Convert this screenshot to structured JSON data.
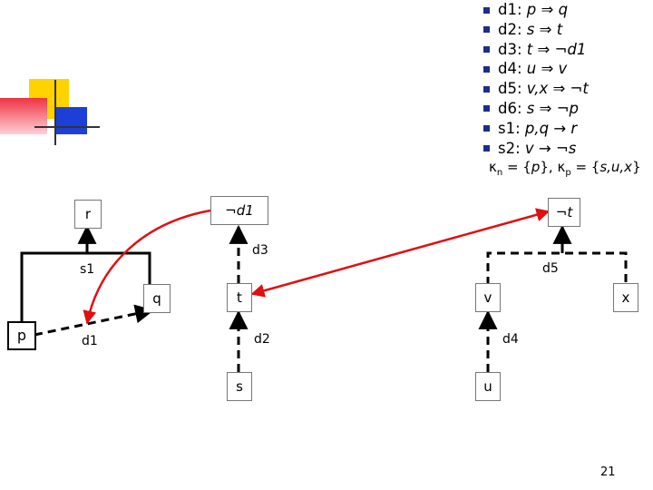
{
  "rules": [
    {
      "name": "d1:",
      "formula": "p ⇒ q"
    },
    {
      "name": "d2:",
      "formula": "s ⇒ t"
    },
    {
      "name": "d3:",
      "formula": "t ⇒ ¬d1"
    },
    {
      "name": "d4:",
      "formula": "u ⇒ v"
    },
    {
      "name": "d5:",
      "formula": "v,x ⇒ ¬t"
    },
    {
      "name": "d6:",
      "formula": "s ⇒ ¬p"
    },
    {
      "name": "s1:",
      "formula": "p,q → r"
    },
    {
      "name": "s2:",
      "formula": "v → ¬s"
    }
  ],
  "kappa": {
    "kn_symbol": "κ",
    "kn_sub": "n",
    "kn_eq": " = {",
    "kn_val": "p",
    "kn_close": "}, ",
    "kp_symbol": "κ",
    "kp_sub": "p",
    "kp_eq": " = {",
    "kp_val": "s,u,x",
    "kp_close": "}"
  },
  "nodes": {
    "r": "r",
    "not_d1": "¬d1",
    "not_t": "¬t",
    "q": "q",
    "t": "t",
    "v": "v",
    "x": "x",
    "p": "p",
    "s": "s",
    "u": "u"
  },
  "edge_labels": {
    "s1": "s1",
    "d1": "d1",
    "d3": "d3",
    "d2": "d2",
    "d5": "d5",
    "d4": "d4"
  },
  "page_number": "21",
  "colors": {
    "attack": "#e01010",
    "bullet": "#1c2e88",
    "deco_yellow": "#ffd200",
    "deco_blue": "#1c3fd8",
    "deco_red": "#ee3344"
  }
}
